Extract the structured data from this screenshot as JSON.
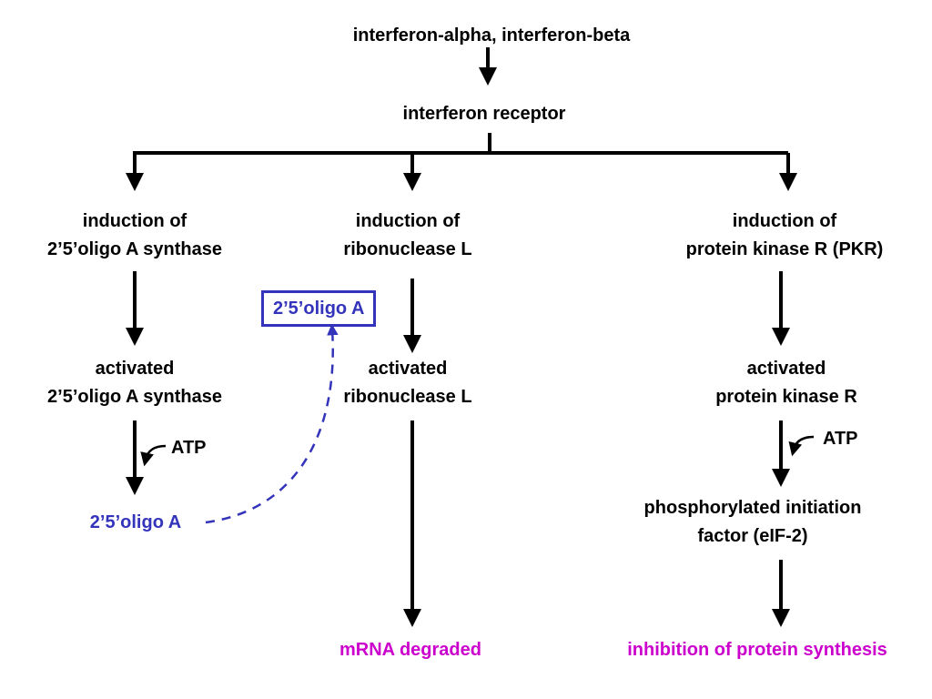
{
  "nodes": {
    "interferons": "interferon-alpha, interferon-beta",
    "receptor": "interferon receptor",
    "induction_oas": [
      "induction of",
      "2’5’oligo A synthase"
    ],
    "induction_rnasel": [
      "induction of",
      "ribonuclease L"
    ],
    "induction_pkr": [
      "induction of",
      "protein kinase R (PKR)"
    ],
    "oligo_a_box": "2’5’oligo A",
    "activated_oas": [
      "activated",
      "2’5’oligo A synthase"
    ],
    "activated_rnasel": [
      "activated",
      "ribonuclease L"
    ],
    "activated_pkr": [
      "activated",
      "protein kinase R"
    ],
    "atp_left": "ATP",
    "atp_right": "ATP",
    "oligo_a_product": "2’5’oligo A",
    "phosphorylated": [
      "phosphorylated initiation",
      "factor (eIF-2)"
    ],
    "mrna_degraded": "mRNA degraded",
    "inhibition": "inhibition of protein synthesis"
  },
  "colors": {
    "arrow": "#000000",
    "oligo_a": "#3333bb",
    "outcome": "#cc00cc"
  }
}
